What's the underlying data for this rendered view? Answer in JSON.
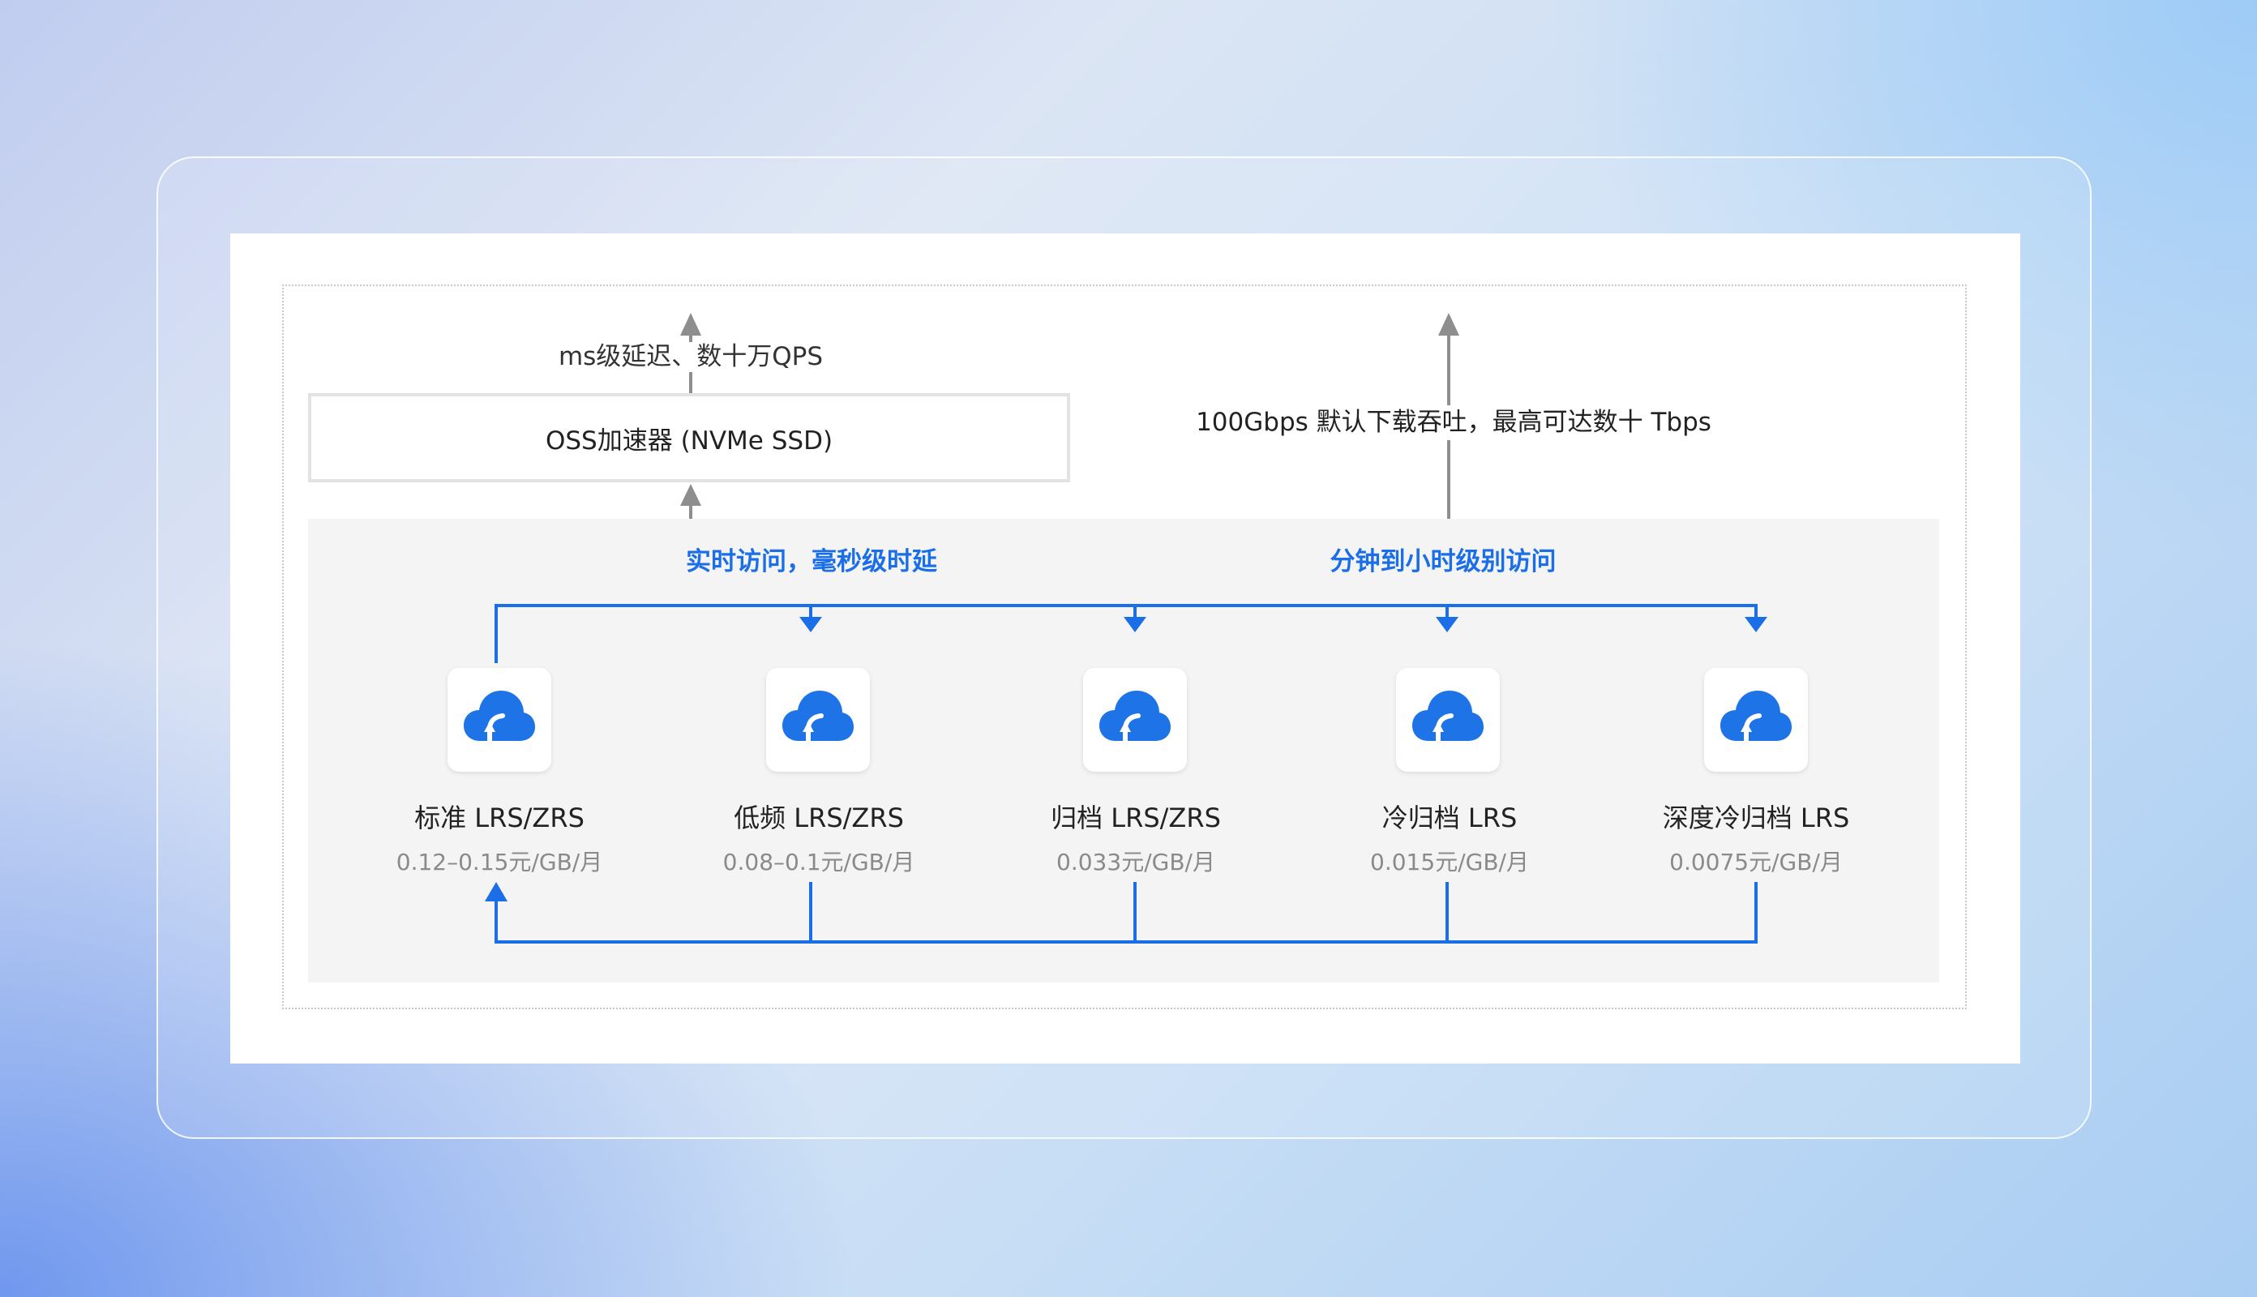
{
  "diagram": {
    "accelerator": {
      "label": "OSS加速器 (NVMe SSD)",
      "latency": "ms级延迟、数十万QPS"
    },
    "throughput": "100Gbps 默认下载吞吐，最高可达数十 Tbps",
    "access_realtime": "实时访问，毫秒级时延",
    "access_delayed": "分钟到小时级别访问",
    "tiers": [
      {
        "name": "标准 LRS/ZRS",
        "price": "0.12–0.15元/GB/月",
        "icon": "cloud-upload-icon"
      },
      {
        "name": "低频 LRS/ZRS",
        "price": "0.08–0.1元/GB/月",
        "icon": "cloud-upload-icon"
      },
      {
        "name": "归档 LRS/ZRS",
        "price": "0.033元/GB/月",
        "icon": "cloud-upload-icon"
      },
      {
        "name": "冷归档 LRS",
        "price": "0.015元/GB/月",
        "icon": "cloud-upload-icon"
      },
      {
        "name": "深度冷归档 LRS",
        "price": "0.0075元/GB/月",
        "icon": "cloud-upload-icon"
      }
    ]
  },
  "colors": {
    "accent": "#1a6ee8",
    "arrow_grey": "#8e8e8e",
    "panel": "#f4f4f4",
    "icon_blue": "#1e74e6"
  }
}
